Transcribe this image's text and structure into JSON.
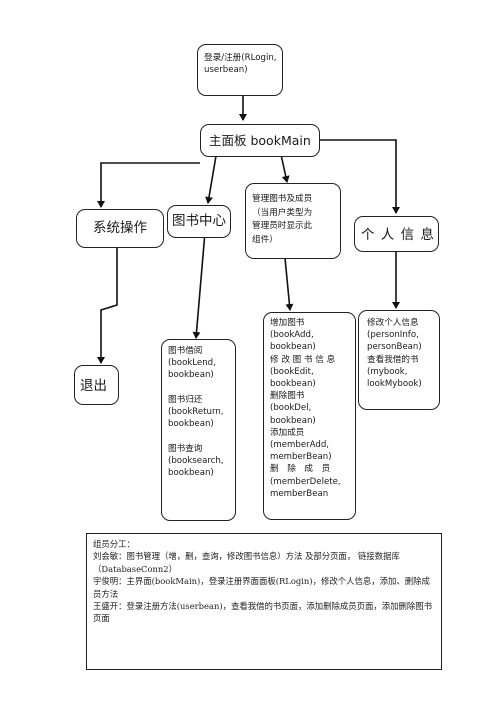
{
  "diagram": {
    "login": "登录/注册(RLogin,\nuserbean)",
    "main": "主面板 bookMain",
    "system": "系统操作",
    "library": "图书中心",
    "manage": "管理图书及成员\n（当用户类型为\n管理员时显示此\n组件）",
    "personal": "个 人 信 息",
    "exit": "退出",
    "library_detail": "图书借阅\n(bookLend,\nbookbean)\n\n图书归还\n(bookReturn,\nbookbean)\n\n图书查询\n(booksearch,\nbookbean)",
    "manage_detail": "增加图书\n(bookAdd,\nbookbean)\n修 改 图 书 信 息\n(bookEdit,\nbookbean)\n删除图书\n(bookDel,\nbookbean)\n添加成员\n(memberAdd,\nmemberBean)\n删　除　成　员\n(memberDelete,\nmemberBean",
    "personal_detail": "修改个人信息\n(personInfo,\npersonBean)\n查看我借的书\n(mybook,\nlookMybook)"
  },
  "notes": {
    "title": "组员分工：",
    "line1": "刘会敏：图书管理（增，删，查询，修改图书信息）方法 及部分页面， 链接数据库（DatabaseConn2）",
    "line2": "宇俊明：主界面(bookMain)，登录注册界面面板(RLogin)，修改个人信息，添加、删除成员方法",
    "line3": "王盛开：登录注册方法(userbean)，查看我借的书页面，添加删除成员页面，添加删除图书页面"
  }
}
